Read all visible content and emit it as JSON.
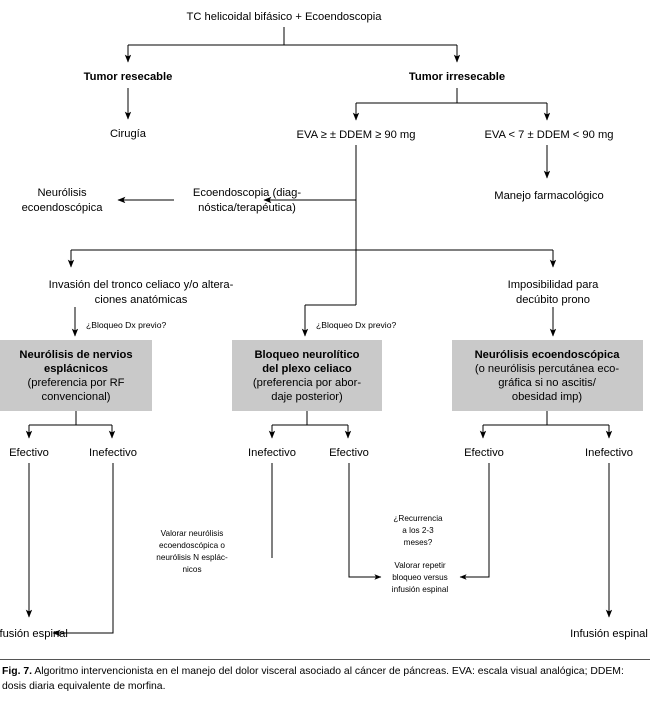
{
  "figure": {
    "caption_label": "Fig. 7.",
    "caption_text": " Algoritmo intervencionista en el manejo del dolor visceral asociado al cáncer de páncreas. EVA: escala visual analógica; DDEM: dosis diaria equivalente de morfina.",
    "box_fill_color": "#c9c9c9",
    "line_color": "#000000",
    "background_color": "#ffffff"
  },
  "nodes": {
    "root": "TC helicoidal bifásico + Ecoendoscopia",
    "tumor_resecable": "Tumor resecable",
    "tumor_irresecable": "Tumor irresecable",
    "cirugia": "Cirugía",
    "eva_alta": "EVA ≥ ± DDEM ≥ 90 mg",
    "eva_baja": "EVA < 7 ± DDEM < 90 mg",
    "manejo_farmacologico": "Manejo farmacológico",
    "ecoendoscopia_l1": "Ecoendoscopia (diag-",
    "ecoendoscopia_l2": "nóstica/terapéutica)",
    "neurolisis_eco_l1": "Neurólisis",
    "neurolisis_eco_l2": "ecoendoscópica",
    "invasion_l1": "Invasión del tronco celiaco y/o altera-",
    "invasion_l2": "ciones anatómicas",
    "imposibilidad_l1": "Imposibilidad para",
    "imposibilidad_l2": "decúbito prono",
    "bloqueo_dx_1": "¿Bloqueo Dx previo?",
    "bloqueo_dx_2": "¿Bloqueo Dx previo?"
  },
  "gray_boxes": [
    {
      "name": "neurolisis-nervios-esplacnicos",
      "lines": [
        {
          "text": "Neurólisis de nervios",
          "bold": true
        },
        {
          "text": "esplácnicos",
          "bold": true
        },
        {
          "text": "(preferencia por RF",
          "bold": false
        },
        {
          "text": "convencional)",
          "bold": false
        }
      ]
    },
    {
      "name": "bloqueo-neurolitico-plexo-celiaco",
      "lines": [
        {
          "text": "Bloqueo neurolítico",
          "bold": true
        },
        {
          "text": "del plexo celiaco",
          "bold": true
        },
        {
          "text": "(preferencia por abor-",
          "bold": false
        },
        {
          "text": "daje posterior)",
          "bold": false
        }
      ]
    },
    {
      "name": "neurolisis-ecoendoscopica",
      "lines": [
        {
          "text": "Neurólisis ecoendoscópica",
          "bold": true
        },
        {
          "text": "(o neurólisis percutánea eco-",
          "bold": false
        },
        {
          "text": "gráfica si no ascitis/",
          "bold": false
        },
        {
          "text": "obesidad imp)",
          "bold": false
        }
      ]
    }
  ],
  "outcomes": {
    "box1_left": "Efectivo",
    "box1_right": "Inefectivo",
    "box2_left": "Inefectivo",
    "box2_right": "Efectivo",
    "box3_left": "Efectivo",
    "box3_right": "Inefectivo"
  },
  "annotations": {
    "valorar_neurolisis": [
      "Valorar neurólisis",
      "ecoendoscópica o",
      "neurólisis N esplác-",
      "nicos"
    ],
    "recurrencia": [
      "¿Recurrencia",
      "a los 2-3",
      "meses?"
    ],
    "valorar_repetir_l1": "Valorar repetir",
    "valorar_repetir_l2_a": "bloqueo ",
    "valorar_repetir_l2_ital": "versus",
    "valorar_repetir_l3": "infusión espinal"
  },
  "terminals": {
    "infusion_left": "Infusión espinal",
    "infusion_right": "Infusión espinal"
  }
}
